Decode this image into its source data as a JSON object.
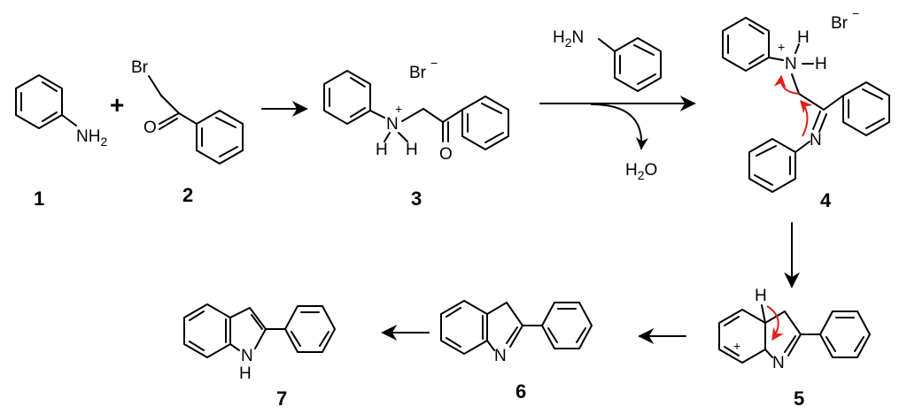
{
  "compounds": [
    {
      "id": "1",
      "label": "1"
    },
    {
      "id": "2",
      "label": "2"
    },
    {
      "id": "3",
      "label": "3"
    },
    {
      "id": "4",
      "label": "4"
    },
    {
      "id": "5",
      "label": "5"
    },
    {
      "id": "6",
      "label": "6"
    },
    {
      "id": "7",
      "label": "7"
    }
  ],
  "atoms": {
    "nh2": "NH",
    "sub2": "2",
    "br": "Br",
    "o": "O",
    "n": "N",
    "h": "H",
    "plus": "+",
    "minus": "−",
    "h2n_h": "H",
    "h2o_o": "O"
  },
  "operators": {
    "plus": "+"
  },
  "colors": {
    "bond": "#000000",
    "arrow_red": "#e0201b"
  }
}
